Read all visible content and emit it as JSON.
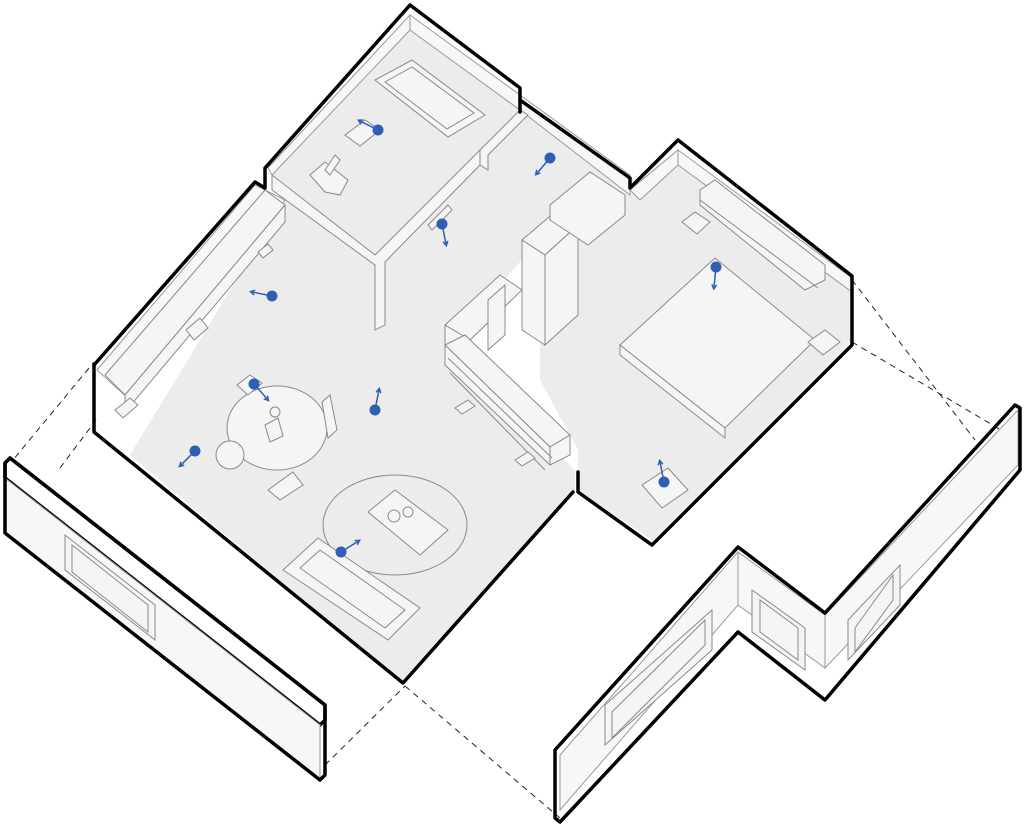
{
  "colors": {
    "viewpoint": "#2f5fb3",
    "outline": "#000000",
    "floor": "#ececec"
  },
  "viewpoints": [
    {
      "id": "bath-1",
      "dir": [
        -1,
        -0.5
      ]
    },
    {
      "id": "hall-closet",
      "dir": [
        -0.6,
        0.7
      ]
    },
    {
      "id": "bath-door",
      "dir": [
        0.2,
        1
      ]
    },
    {
      "id": "bedroom-bed",
      "dir": [
        -0.1,
        1
      ]
    },
    {
      "id": "living-bookshelf",
      "dir": [
        -1,
        -0.2
      ]
    },
    {
      "id": "dining-table",
      "dir": [
        0.7,
        0.8
      ]
    },
    {
      "id": "living-center",
      "dir": [
        0.2,
        -1
      ]
    },
    {
      "id": "living-corner",
      "dir": [
        -0.8,
        0.8
      ]
    },
    {
      "id": "sofa",
      "dir": [
        0.8,
        -0.5
      ]
    },
    {
      "id": "bedroom-desk",
      "dir": [
        -0.2,
        -1
      ]
    }
  ]
}
